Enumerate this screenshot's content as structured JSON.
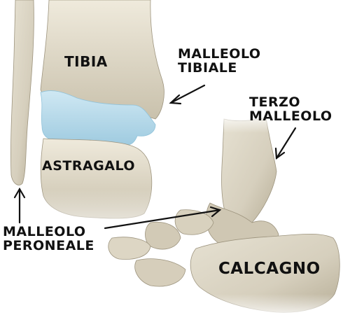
{
  "labels": {
    "tibia": "TIBIA",
    "astragalo": "ASTRAGALO",
    "malleolo_tibiale": [
      "MALLEOLO",
      "TIBIALE"
    ],
    "terzo_malleolo": [
      "TERZO",
      "MALLEOLO"
    ],
    "malleolo_peroneale": [
      "MALLEOLO",
      "PERONEALE"
    ],
    "calcagno": "CALCAGNO"
  },
  "colors": {
    "bone": "#d9d3c2",
    "bone_shadow": "#b9b19c",
    "cartilage": "#b9dbe9",
    "background": "#ffffff",
    "text": "#111111"
  }
}
